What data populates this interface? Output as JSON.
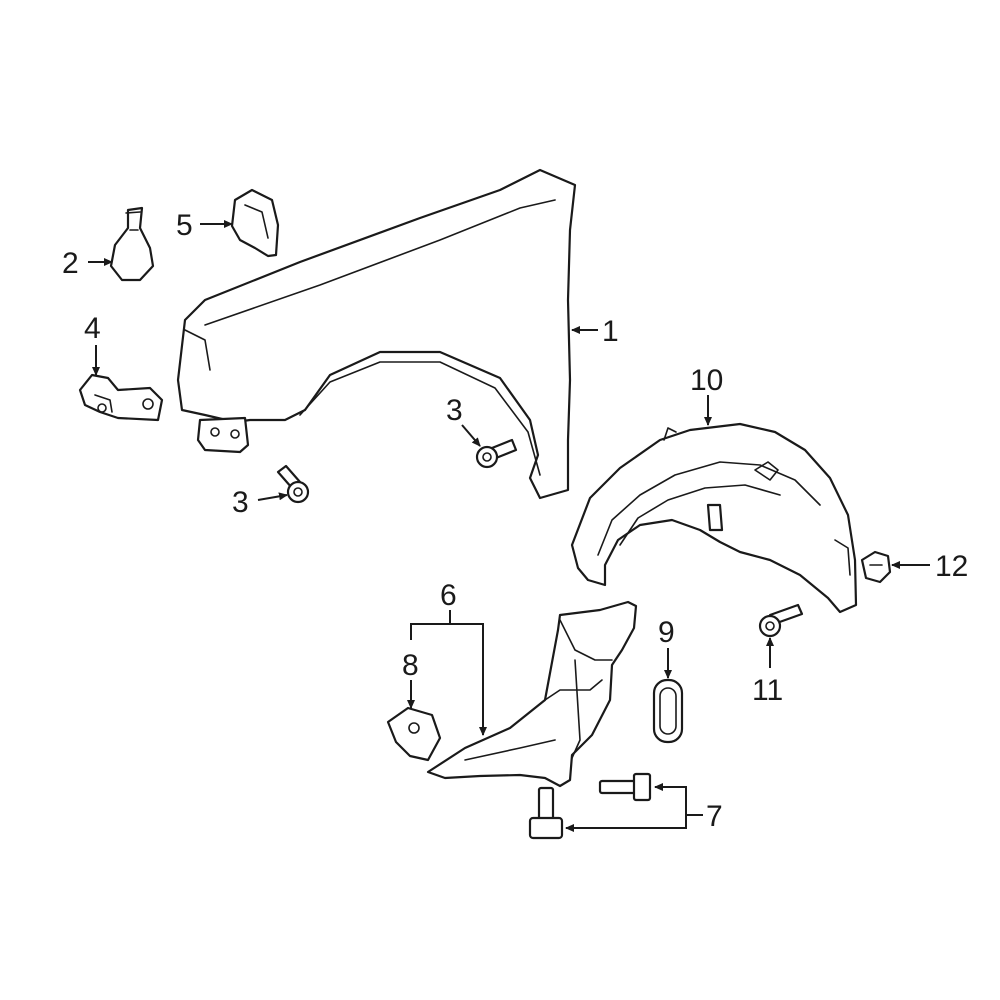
{
  "callouts": {
    "c1": "1",
    "c2": "2",
    "c3a": "3",
    "c3b": "3",
    "c4": "4",
    "c5": "5",
    "c6": "6",
    "c7": "7",
    "c8": "8",
    "c9": "9",
    "c10": "10",
    "c11": "11",
    "c12": "12"
  },
  "colors": {
    "line": "#1a1a1a",
    "background": "#ffffff"
  }
}
